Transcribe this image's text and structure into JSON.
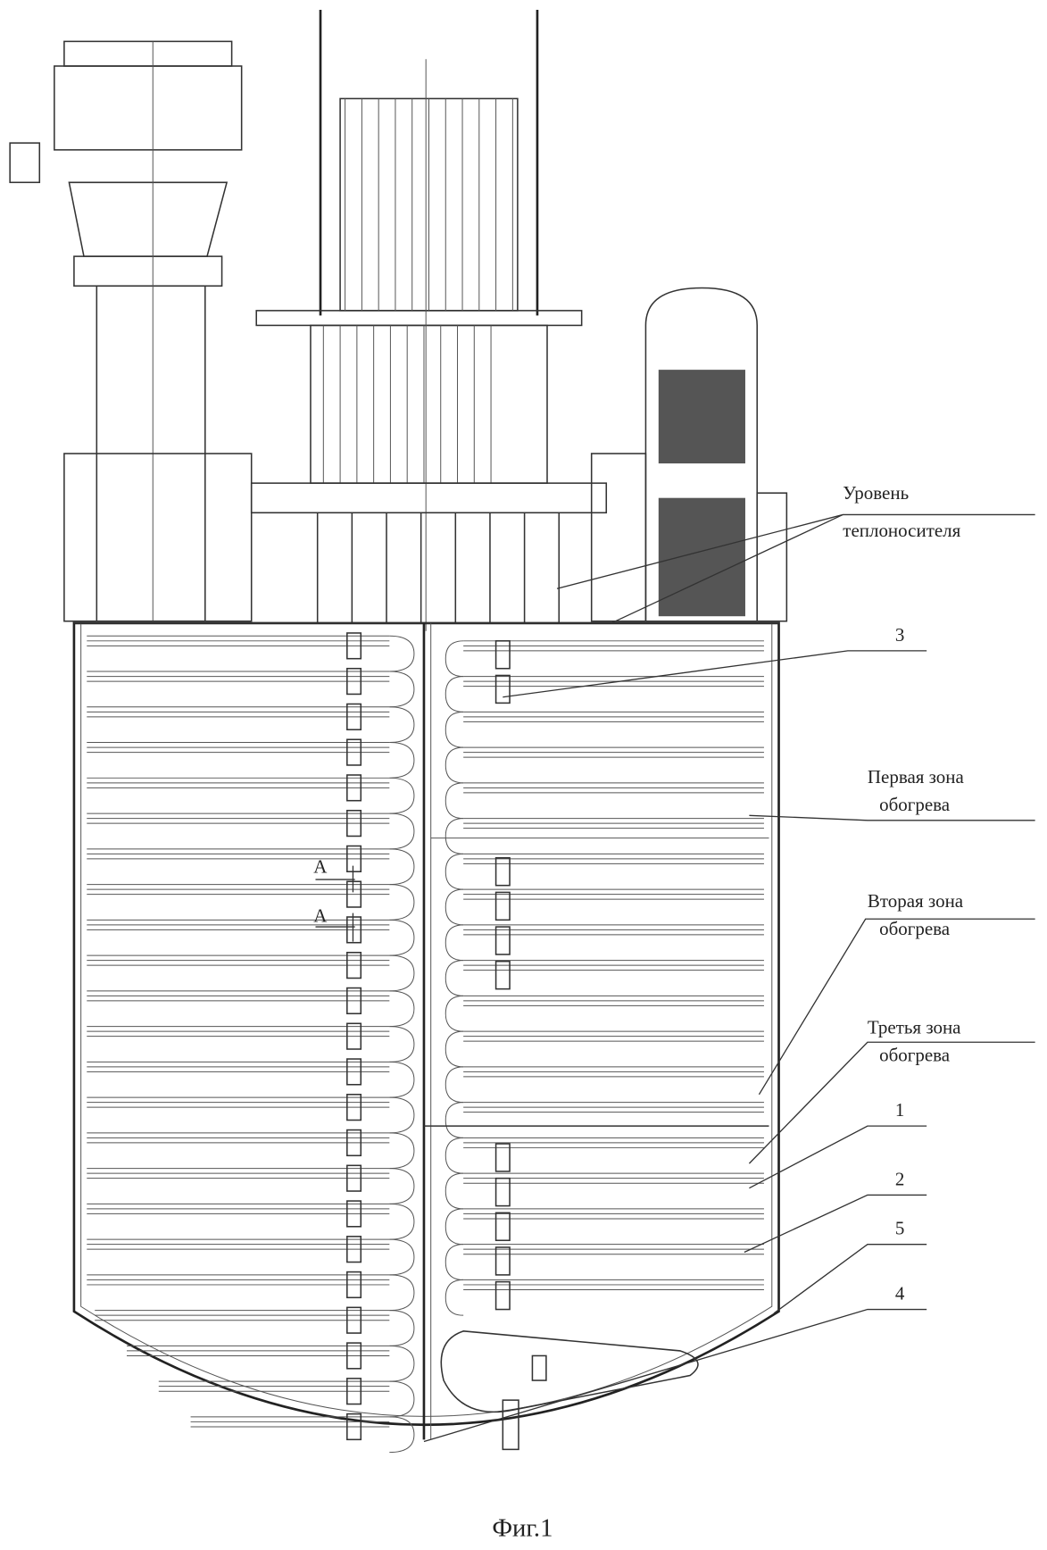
{
  "figure": {
    "caption": "Фиг.1",
    "labels": {
      "coolant_level_line1": "Уровень",
      "coolant_level_line2": "теплоносителя",
      "ref_3": "3",
      "zone1_line1": "Первая зона",
      "zone1_line2": "обогрева",
      "zone2_line1": "Вторая зона",
      "zone2_line2": "обогрева",
      "zone3_line1": "Третья зона",
      "zone3_line2": "обогрева",
      "ref_1": "1",
      "ref_2": "2",
      "ref_5": "5",
      "ref_4": "4",
      "section_a_top": "А",
      "section_a_bottom": "А"
    }
  }
}
